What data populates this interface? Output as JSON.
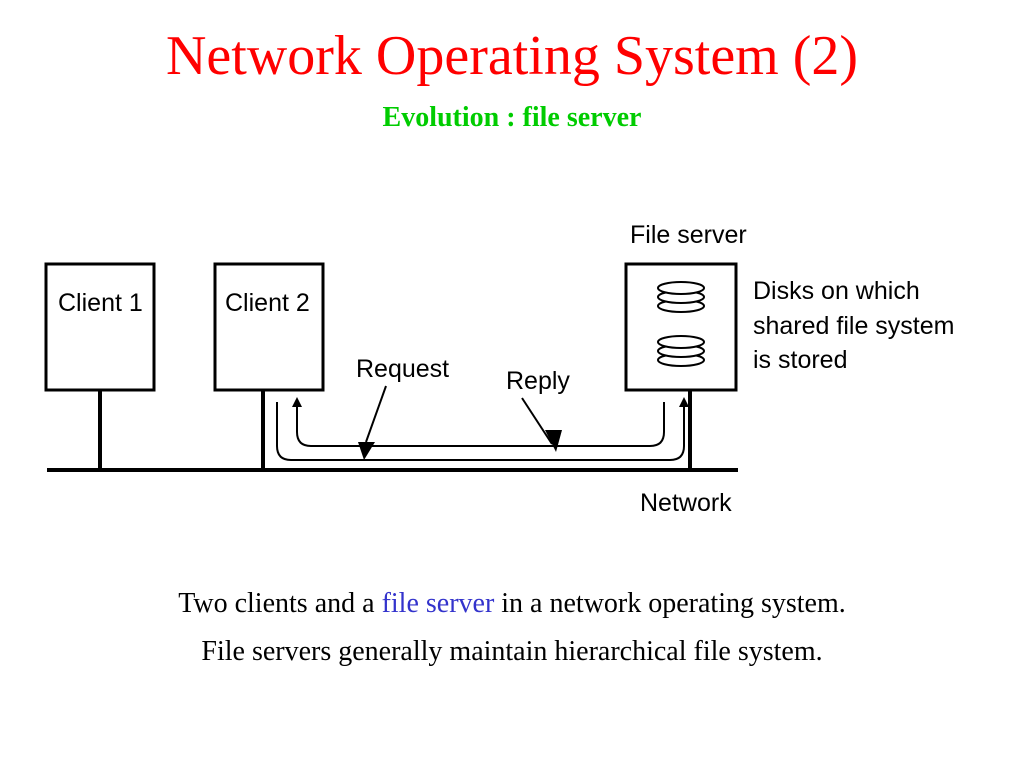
{
  "title": "Network Operating System (2)",
  "subtitle": "Evolution : file server",
  "colors": {
    "title": "#ff0000",
    "subtitle": "#00cc00",
    "highlight": "#3333cc",
    "diagram": "#000000",
    "background": "#ffffff"
  },
  "diagram": {
    "client1_label": "Client 1",
    "client2_label": "Client 2",
    "server_label": "File server",
    "disks_label_line1": "Disks on which",
    "disks_label_line2": "shared file system",
    "disks_label_line3": "is stored",
    "request_label": "Request",
    "reply_label": "Reply",
    "network_label": "Network"
  },
  "caption": {
    "line1_before": "Two clients and a ",
    "line1_highlight": "file server",
    "line1_after": " in a network operating system.",
    "line2": "File servers generally maintain hierarchical file system."
  }
}
